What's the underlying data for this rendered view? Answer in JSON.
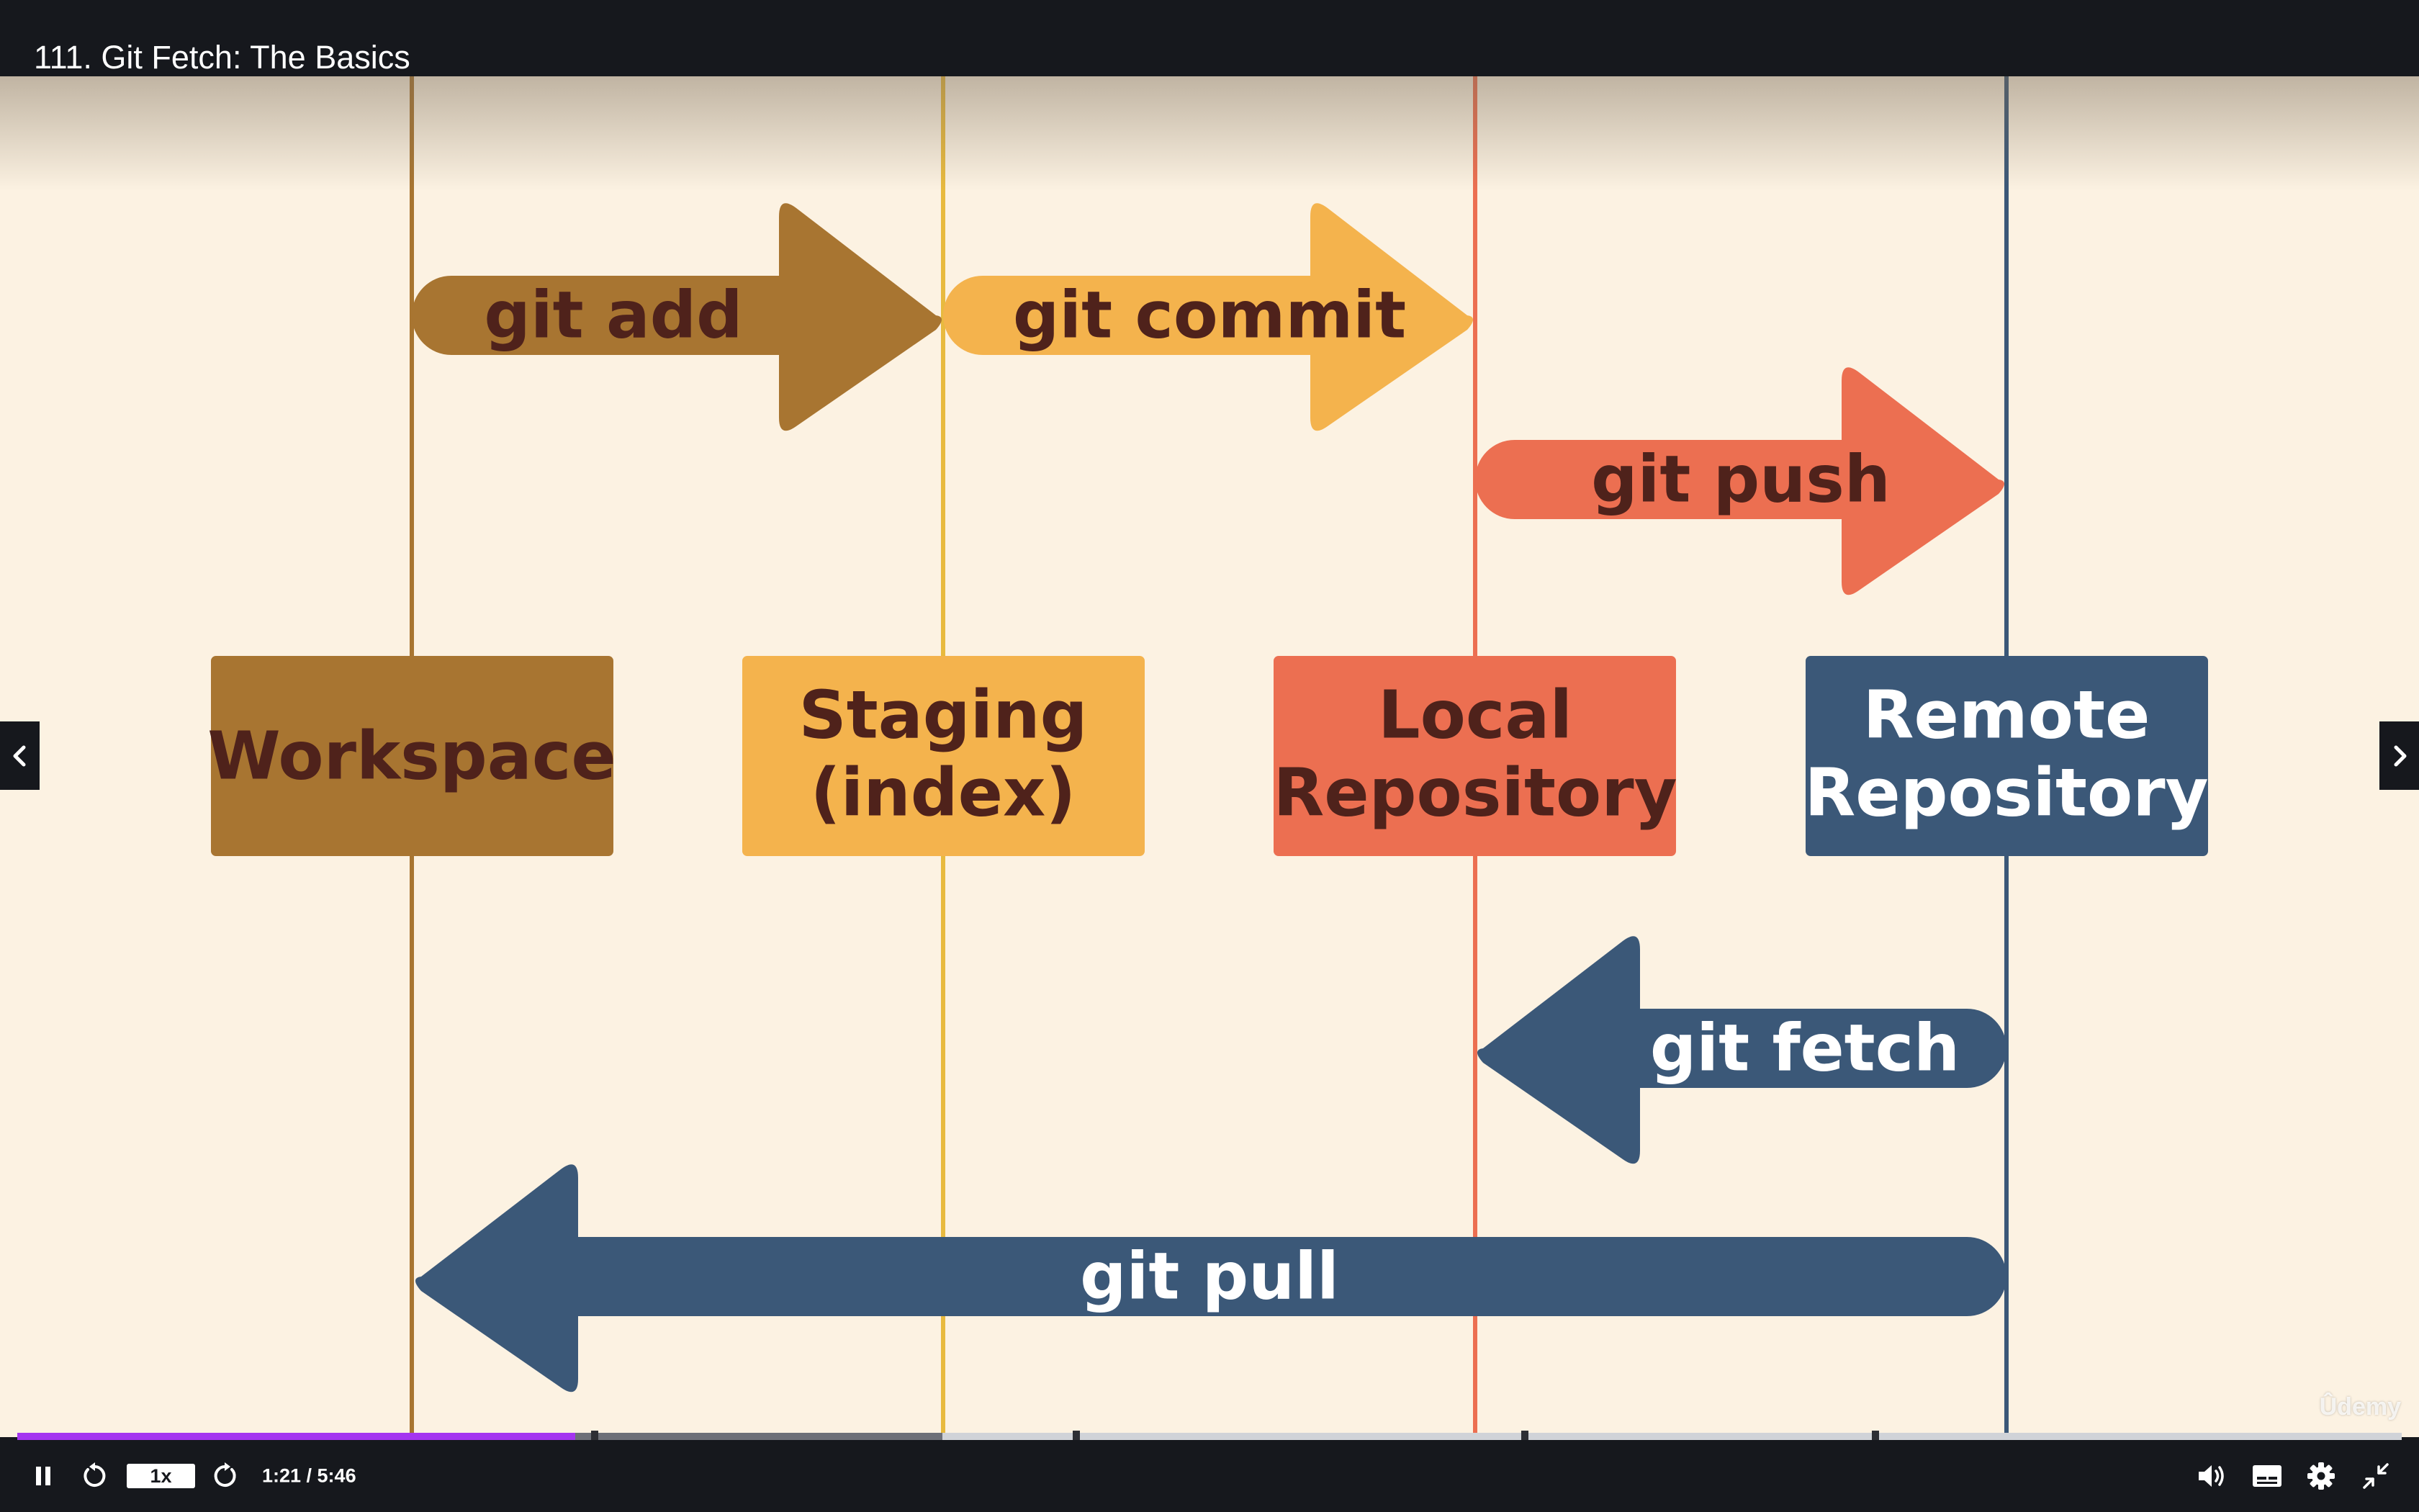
{
  "lecture": {
    "title": "111. Git Fetch: The Basics"
  },
  "diagram": {
    "areas": [
      {
        "line1": "Workspace",
        "line2": "",
        "color": "#a87531",
        "text_color": "#4f221b"
      },
      {
        "line1": "Staging",
        "line2": "(index)",
        "color": "#f4b34d",
        "text_color": "#4f221b"
      },
      {
        "line1": "Local",
        "line2": "Repository",
        "color": "#ec6f51",
        "text_color": "#4f221b"
      },
      {
        "line1": "Remote",
        "line2": "Repository",
        "color": "#3b5878",
        "text_color": "#ffffff"
      }
    ],
    "commands": [
      {
        "label": "git add",
        "from": "Workspace",
        "to": "Staging (index)",
        "color": "#a87531",
        "text_color": "#4f221b"
      },
      {
        "label": "git commit",
        "from": "Staging (index)",
        "to": "Local Repository",
        "color": "#f4b34d",
        "text_color": "#4f221b"
      },
      {
        "label": "git push",
        "from": "Local Repository",
        "to": "Remote Repository",
        "color": "#ec6f51",
        "text_color": "#4f221b"
      },
      {
        "label": "git fetch",
        "from": "Remote Repository",
        "to": "Local Repository",
        "color": "#3b5878",
        "text_color": "#ffffff"
      },
      {
        "label": "git pull",
        "from": "Remote Repository",
        "to": "Workspace",
        "color": "#3b5878",
        "text_color": "#ffffff"
      }
    ],
    "background": "#fcf2e2"
  },
  "watermark": "Ûdemy",
  "player": {
    "playback_rate": "1x",
    "time_display": "1:21 / 5:46",
    "progress_fraction": 0.234,
    "buffered_fraction": 0.388,
    "accent_color": "#a435f0",
    "icons": {
      "pause": "pause-icon",
      "rewind": "rewind-5s-icon",
      "forward": "forward-5s-icon",
      "volume": "volume-icon",
      "captions": "captions-icon",
      "settings": "gear-icon",
      "exit_fullscreen": "exit-fullscreen-icon",
      "prev": "chevron-left-icon",
      "next": "chevron-right-icon"
    }
  }
}
